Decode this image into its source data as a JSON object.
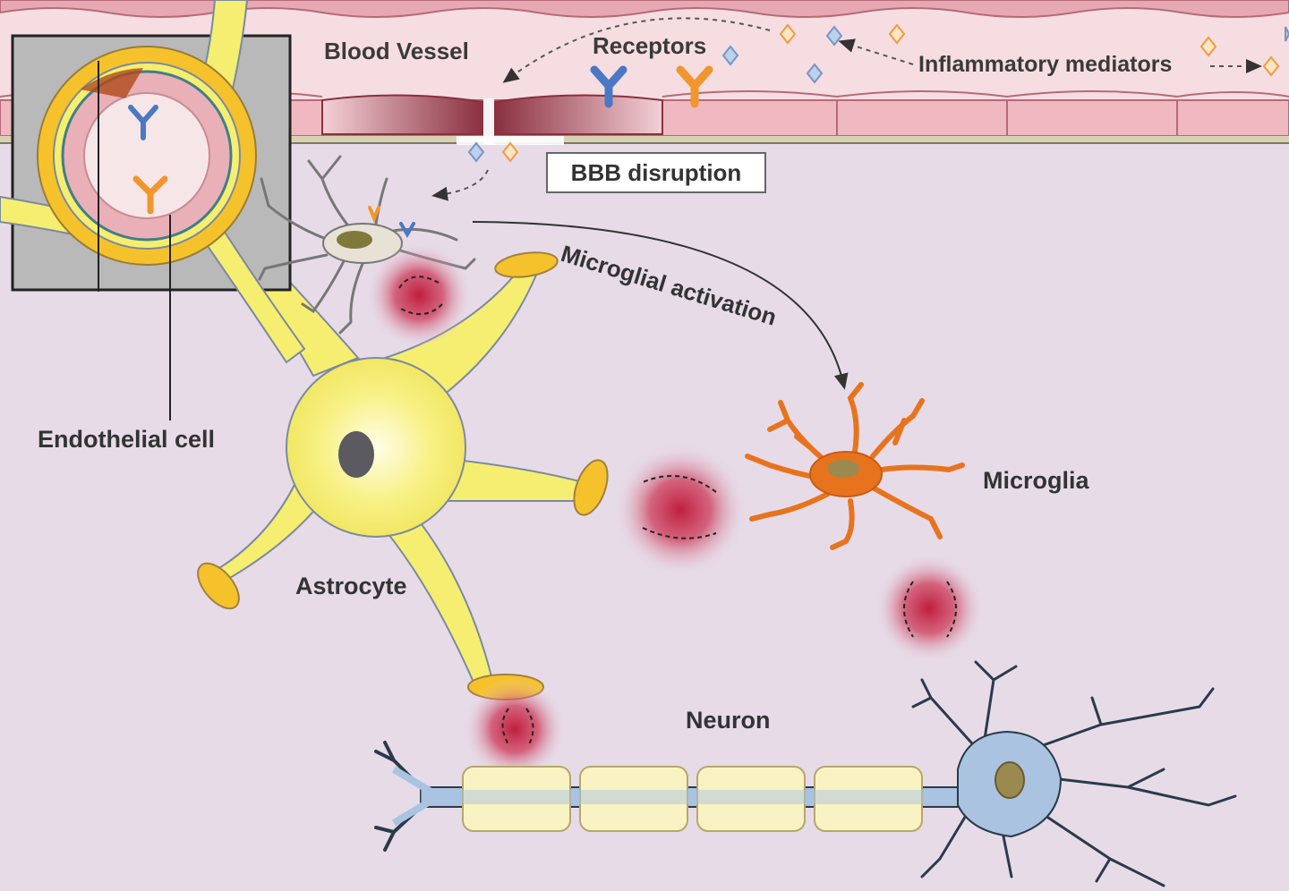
{
  "labels": {
    "blood_vessel": "Blood Vessel",
    "receptors": "Receptors",
    "inflammatory_mediators": "Inflammatory mediators",
    "bbb_disruption": "BBB disruption",
    "microglial_activation": "Microglial activation",
    "endothelial_cell": "Endothelial cell",
    "microglia": "Microglia",
    "astrocyte": "Astrocyte",
    "neuron": "Neuron"
  },
  "colors": {
    "background": "#e7dbe8",
    "vessel_wall": "#f3c9cf",
    "vessel_cell_dark": "#8a2f3f",
    "astrocyte": "#f6ee70",
    "astrocyte_endfoot": "#f5c22c",
    "microglia_activated": "#e8731d",
    "neuron": "#a9c3e0",
    "myelin": "#f9f2c3",
    "inflammation": "#c01e3e",
    "receptor_blue": "#4a78c4",
    "receptor_orange": "#f0962c"
  }
}
